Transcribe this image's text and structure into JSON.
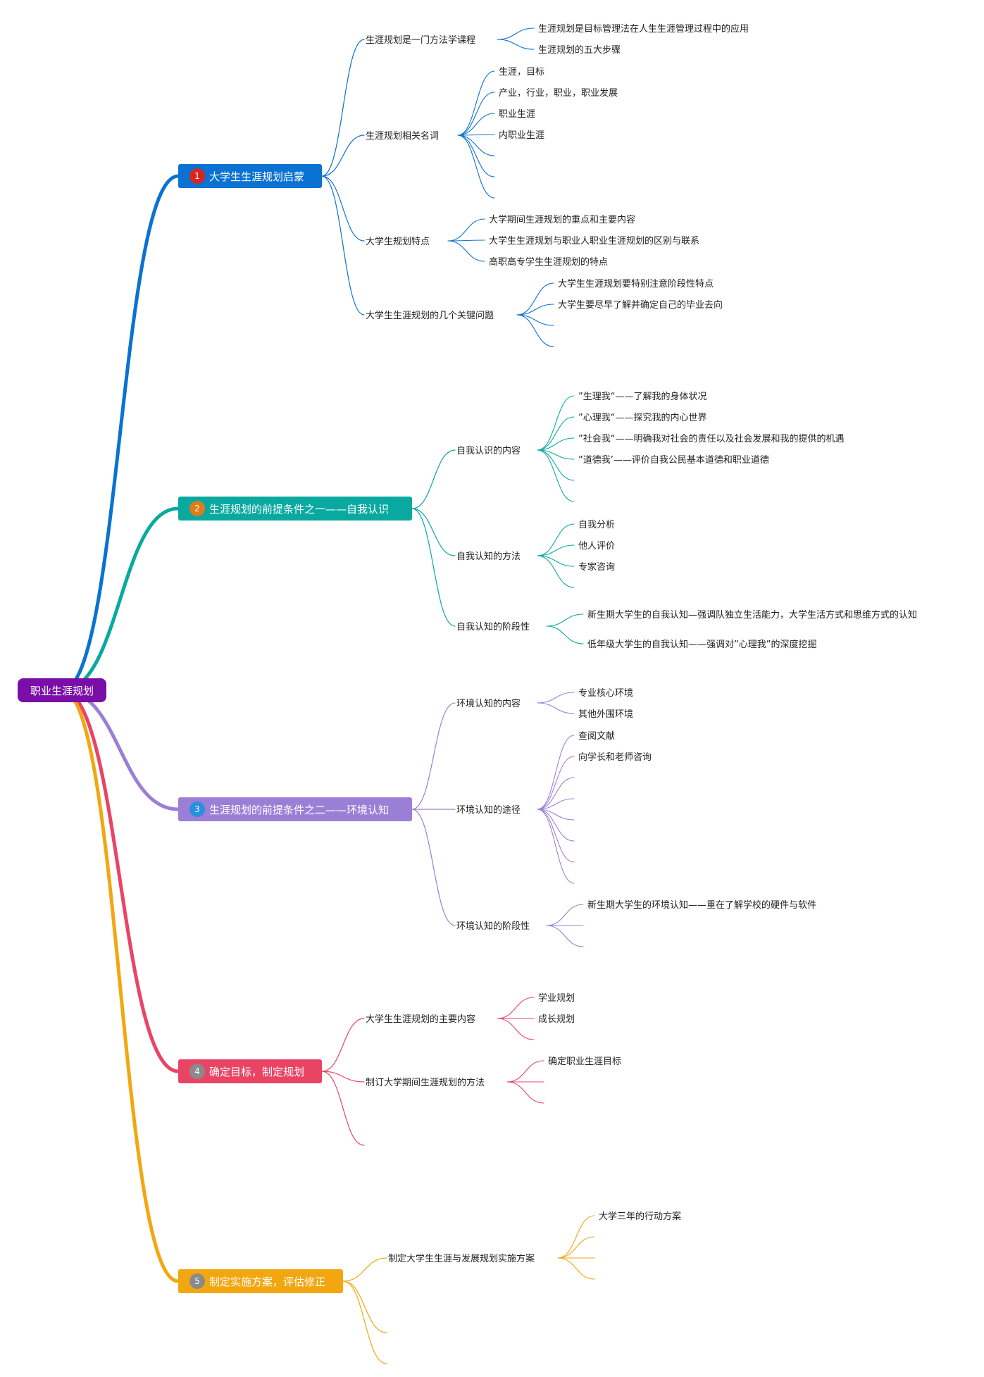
{
  "root": {
    "label": "职业生涯规划"
  },
  "branches": [
    {
      "number": "1",
      "label": "大学生生涯规划启蒙",
      "color": "#0a72d2",
      "badge_color": "#d8251f",
      "subs": [
        {
          "label": "生涯规划是一门方法学课程",
          "leaves": [
            "生涯规划是目标管理法在人生生涯管理过程中的应用",
            "生涯规划的五大步骤"
          ]
        },
        {
          "label": "生涯规划相关名词",
          "leaves": [
            "生涯，目标",
            "产业，行业，职业，职业发展",
            "职业生涯",
            "内职业生涯",
            "",
            "",
            ""
          ]
        },
        {
          "label": "大学生规划特点",
          "leaves": [
            "大学期间生涯规划的重点和主要内容",
            "大学生生涯规划与职业人职业生涯规划的区别与联系",
            "高职高专学生生涯规划的特点"
          ]
        },
        {
          "label": "大学生生涯规划的几个关键问题",
          "leaves": [
            "大学生生涯规划要特别注意阶段性特点",
            "大学生要尽早了解并确定自己的毕业去向",
            "",
            ""
          ]
        }
      ]
    },
    {
      "number": "2",
      "label": "生涯规划的前提条件之一——自我认识",
      "color": "#0aa9a0",
      "badge_color": "#e07b1a",
      "subs": [
        {
          "label": "自我认识的内容",
          "leaves": [
            "”生理我“——了解我的身体状况",
            "”心理我“——探究我的内心世界",
            "”社会我“——明确我对社会的责任以及社会发展和我的提供的机遇",
            "”道德我’——评价自我公民基本道德和职业道德",
            "",
            ""
          ]
        },
        {
          "label": "自我认知的方法",
          "leaves": [
            "自我分析",
            "他人评价",
            "专家咨询",
            ""
          ]
        },
        {
          "label": "自我认知的阶段性",
          "leaves": [
            "新生期大学生的自我认知—强调队独立生活能力，大学生活方式和思维方式的认知",
            "低年级大学生的自我认知——强调对”心理我”的深度挖掘"
          ]
        }
      ]
    },
    {
      "number": "3",
      "label": "生涯规划的前提条件之二——环境认知",
      "color": "#9b7fd6",
      "badge_color": "#2a8fe0",
      "subs": [
        {
          "label": "环境认知的内容",
          "leaves": [
            "专业核心环境",
            "其他外围环境"
          ]
        },
        {
          "label": "环境认知的途径",
          "leaves": [
            "查阅文献",
            "向学长和老师咨询",
            "",
            "",
            "",
            "",
            "",
            ""
          ]
        },
        {
          "label": "环境认知的阶段性",
          "leaves": [
            "新生期大学生的环境认知——重在了解学校的硬件与软件",
            "",
            ""
          ]
        }
      ]
    },
    {
      "number": "4",
      "label": "确定目标，制定规划",
      "color": "#ea4465",
      "badge_color": "#8a8a8a",
      "subs": [
        {
          "label": "大学生生涯规划的主要内容",
          "leaves": [
            "学业规划",
            "成长规划",
            ""
          ]
        },
        {
          "label": "制订大学期间生涯规划的方法",
          "leaves": [
            "确定职业生涯目标",
            "",
            ""
          ]
        },
        {
          "label": "",
          "leaves": []
        }
      ]
    },
    {
      "number": "5",
      "label": "制定实施方案，评估修正",
      "color": "#f2a711",
      "badge_color": "#8a8a8a",
      "subs": [
        {
          "label": "制定大学生生涯与发展规划实施方案",
          "leaves": [
            "大学三年的行动方案",
            "",
            "",
            ""
          ]
        },
        {
          "label": "",
          "leaves": []
        },
        {
          "label": "",
          "leaves": []
        }
      ]
    }
  ]
}
